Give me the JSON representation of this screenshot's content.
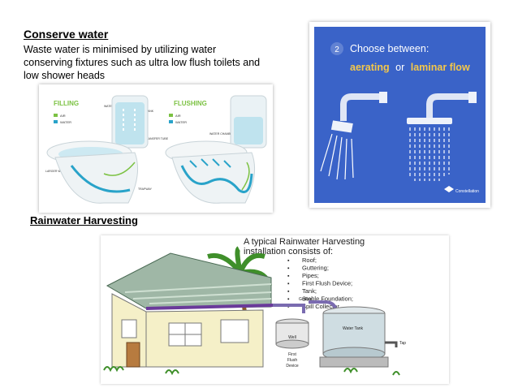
{
  "conserve": {
    "heading": "Conserve water",
    "body": "Waste water is minimised by utilizing water conserving fixtures such as ultra low flush toilets and low shower heads"
  },
  "toilet_diagram": {
    "filling_label": "FILLING",
    "flushing_label": "FLUSHING",
    "legend_air": "AIR",
    "legend_water": "WATER",
    "tank_label": "TANK",
    "water_chamber": "WATER CHAMBER",
    "transfer_tube": "TRANSFER TUBE",
    "bowl": "BOWL",
    "larger_surface": "LARGER WATER SURFACE",
    "trapway": "TRAPWAY",
    "colors": {
      "air": "#7cc243",
      "water": "#29a3c9"
    }
  },
  "shower_card": {
    "step_number": "2",
    "title": "Choose between:",
    "option_a": "aerating",
    "or_word": "or",
    "option_b": "laminar flow",
    "brand": "Constellation",
    "colors": {
      "background": "#3a63c8",
      "accent": "#f4c74a"
    }
  },
  "rainwater": {
    "heading": "Rainwater Harvesting",
    "title_line1": "A typical Rainwater Harvesting",
    "title_line2": "installation consists of:",
    "items": [
      "Roof;",
      "Guttering;",
      "Pipes;",
      "First Flush Device;",
      "Tank;",
      "Stable Foundation;",
      "Spill Collector."
    ],
    "label_gutters": "Gutters",
    "label_well": "Well",
    "label_first_flush_1": "First",
    "label_first_flush_2": "Flush",
    "label_first_flush_3": "Device",
    "label_water_tank": "Water Tank",
    "label_tap": "Tap"
  }
}
